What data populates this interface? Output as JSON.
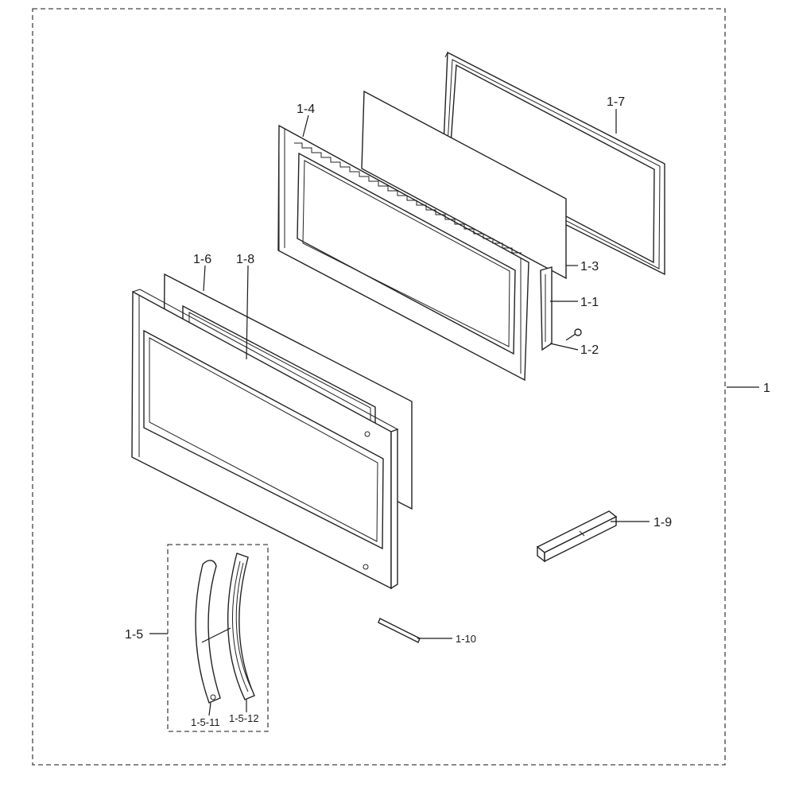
{
  "diagram": {
    "labels": {
      "assembly": "1",
      "p1_1": "1-1",
      "p1_2": "1-2",
      "p1_3": "1-3",
      "p1_4": "1-4",
      "p1_5": "1-5",
      "p1_5_11": "1-5-11",
      "p1_5_12": "1-5-12",
      "p1_6": "1-6",
      "p1_7": "1-7",
      "p1_8": "1-8",
      "p1_9": "1-9",
      "p1_10": "1-10"
    },
    "colors": {
      "line": "#1a1a1a",
      "part_fill": "#ffffff",
      "frame_shade": "#e6e6e6"
    }
  }
}
